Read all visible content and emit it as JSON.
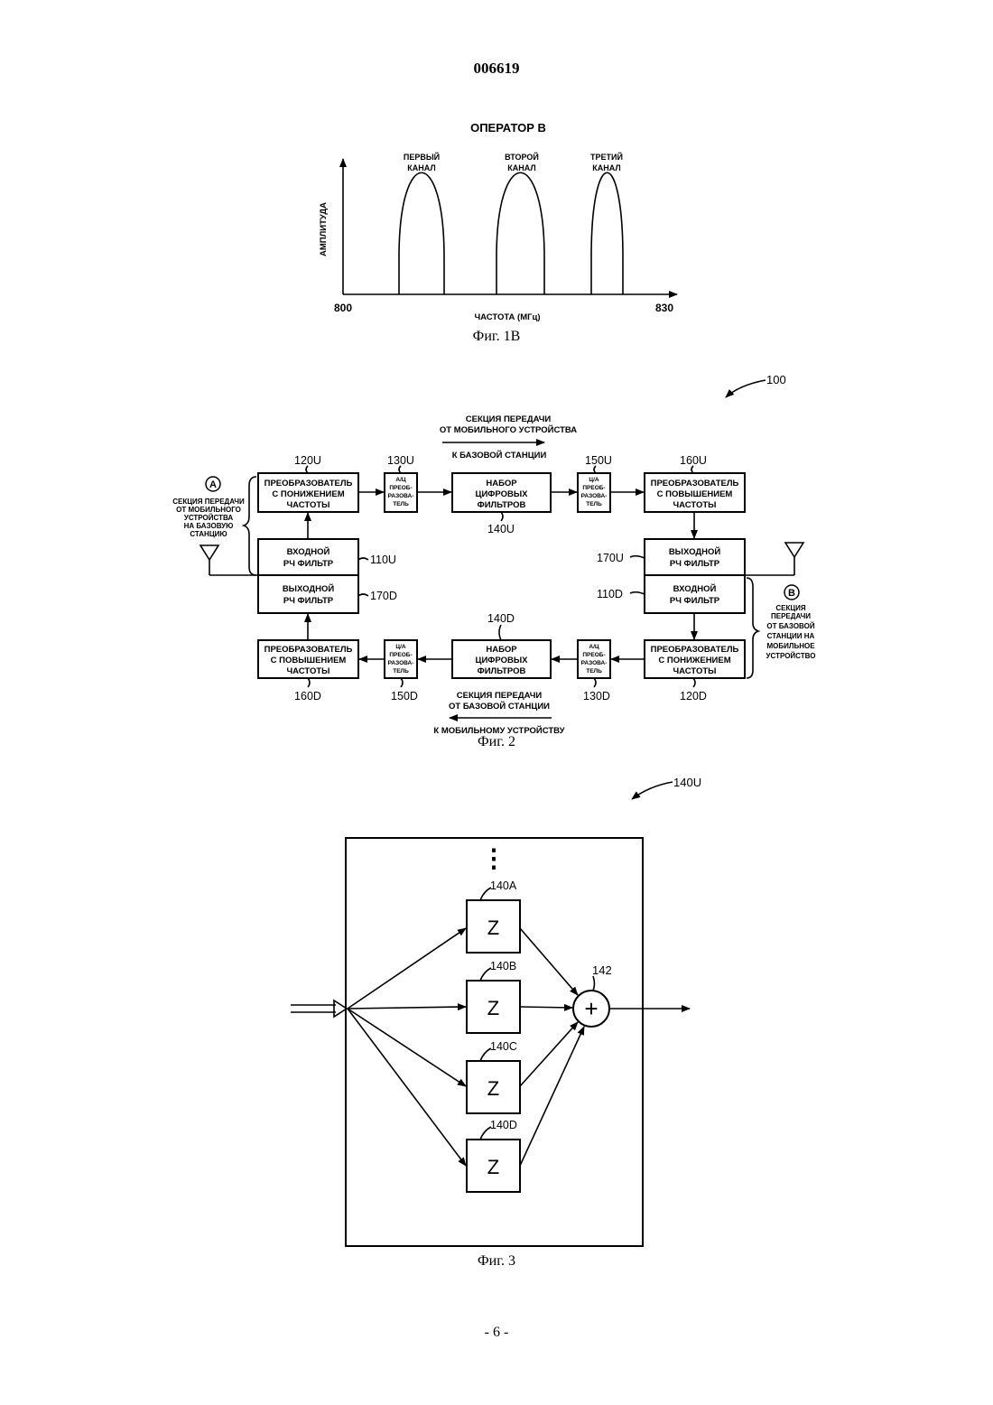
{
  "page": {
    "doc_number": "006619",
    "page_number": "- 6 -"
  },
  "fig1b": {
    "caption": "Фиг. 1В",
    "title": "ОПЕРАТОР В",
    "ylabel": "АМПЛИТУДА",
    "xlabel": "ЧАСТОТА (МГц)",
    "x_start": "800",
    "x_end": "830",
    "channels": [
      {
        "line1": "ПЕРВЫЙ",
        "line2": "КАНАЛ"
      },
      {
        "line1": "ВТОРОЙ",
        "line2": "КАНАЛ"
      },
      {
        "line1": "ТРЕТИЙ",
        "line2": "КАНАЛ"
      }
    ]
  },
  "fig2": {
    "caption": "Фиг. 2",
    "ref": "100",
    "uplink_header": [
      "СЕКЦИЯ ПЕРЕДАЧИ",
      "ОТ МОБИЛЬНОГО УСТРОЙСТВА",
      "К БАЗОВОЙ СТАНЦИИ"
    ],
    "downlink_header": [
      "СЕКЦИЯ ПЕРЕДАЧИ",
      "ОТ БАЗОВОЙ СТАНЦИИ",
      "К МОБИЛЬНОМУ УСТРОЙСТВУ"
    ],
    "marker_a": "А",
    "marker_b": "В",
    "note_a": [
      "СЕКЦИЯ ПЕРЕДАЧИ",
      "ОТ МОБИЛЬНОГО",
      "УСТРОЙСТВА",
      "НА БАЗОВУЮ",
      "СТАНЦИЮ"
    ],
    "note_b": [
      "СЕКЦИЯ",
      "ПЕРЕДАЧИ",
      "ОТ БАЗОВОЙ",
      "СТАНЦИИ НА",
      "МОБИЛЬНОЕ",
      "УСТРОЙСТВО"
    ],
    "blocks": {
      "b120U": {
        "lines": [
          "ПРЕОБРАЗОВАТЕЛЬ",
          "С ПОНИЖЕНИЕМ",
          "ЧАСТОТЫ"
        ],
        "ref": "120U"
      },
      "b130U": {
        "lines": [
          "А/Ц",
          "ПРЕОБ-",
          "РАЗОВА-",
          "ТЕЛЬ"
        ],
        "ref": "130U"
      },
      "b140U": {
        "lines": [
          "НАБОР",
          "ЦИФРОВЫХ",
          "ФИЛЬТРОВ"
        ],
        "ref": "140U"
      },
      "b150U": {
        "lines": [
          "Ц/А",
          "ПРЕОБ-",
          "РАЗОВА-",
          "ТЕЛЬ"
        ],
        "ref": "150U"
      },
      "b160U": {
        "lines": [
          "ПРЕОБРАЗОВАТЕЛЬ",
          "С ПОВЫШЕНИЕМ",
          "ЧАСТОТЫ"
        ],
        "ref": "160U"
      },
      "b110U": {
        "lines": [
          "ВХОДНОЙ",
          "РЧ ФИЛЬТР"
        ],
        "ref": "110U"
      },
      "b170D": {
        "lines": [
          "ВЫХОДНОЙ",
          "РЧ ФИЛЬТР"
        ],
        "ref": "170D"
      },
      "b170U": {
        "lines": [
          "ВЫХОДНОЙ",
          "РЧ ФИЛЬТР"
        ],
        "ref": "170U"
      },
      "b110D": {
        "lines": [
          "ВХОДНОЙ",
          "РЧ ФИЛЬТР"
        ],
        "ref": "110D"
      },
      "b160D": {
        "lines": [
          "ПРЕОБРАЗОВАТЕЛЬ",
          "С ПОВЫШЕНИЕМ",
          "ЧАСТОТЫ"
        ],
        "ref": "160D"
      },
      "b150D": {
        "lines": [
          "Ц/А",
          "ПРЕОБ-",
          "РАЗОВА-",
          "ТЕЛЬ"
        ],
        "ref": "150D"
      },
      "b140D": {
        "lines": [
          "НАБОР",
          "ЦИФРОВЫХ",
          "ФИЛЬТРОВ"
        ],
        "ref": "140D"
      },
      "b130D": {
        "lines": [
          "А/Ц",
          "ПРЕОБ-",
          "РАЗОВА-",
          "ТЕЛЬ"
        ],
        "ref": "130D"
      },
      "b120D": {
        "lines": [
          "ПРЕОБРАЗОВАТЕЛЬ",
          "С ПОНИЖЕНИЕМ",
          "ЧАСТОТЫ"
        ],
        "ref": "120D"
      }
    }
  },
  "fig3": {
    "caption": "Фиг. 3",
    "ref": "140U",
    "dots": "⋮",
    "delay_label": "Z",
    "delays": [
      "140A",
      "140B",
      "140C",
      "140D"
    ],
    "adder_symbol": "+",
    "adder_ref": "142"
  }
}
